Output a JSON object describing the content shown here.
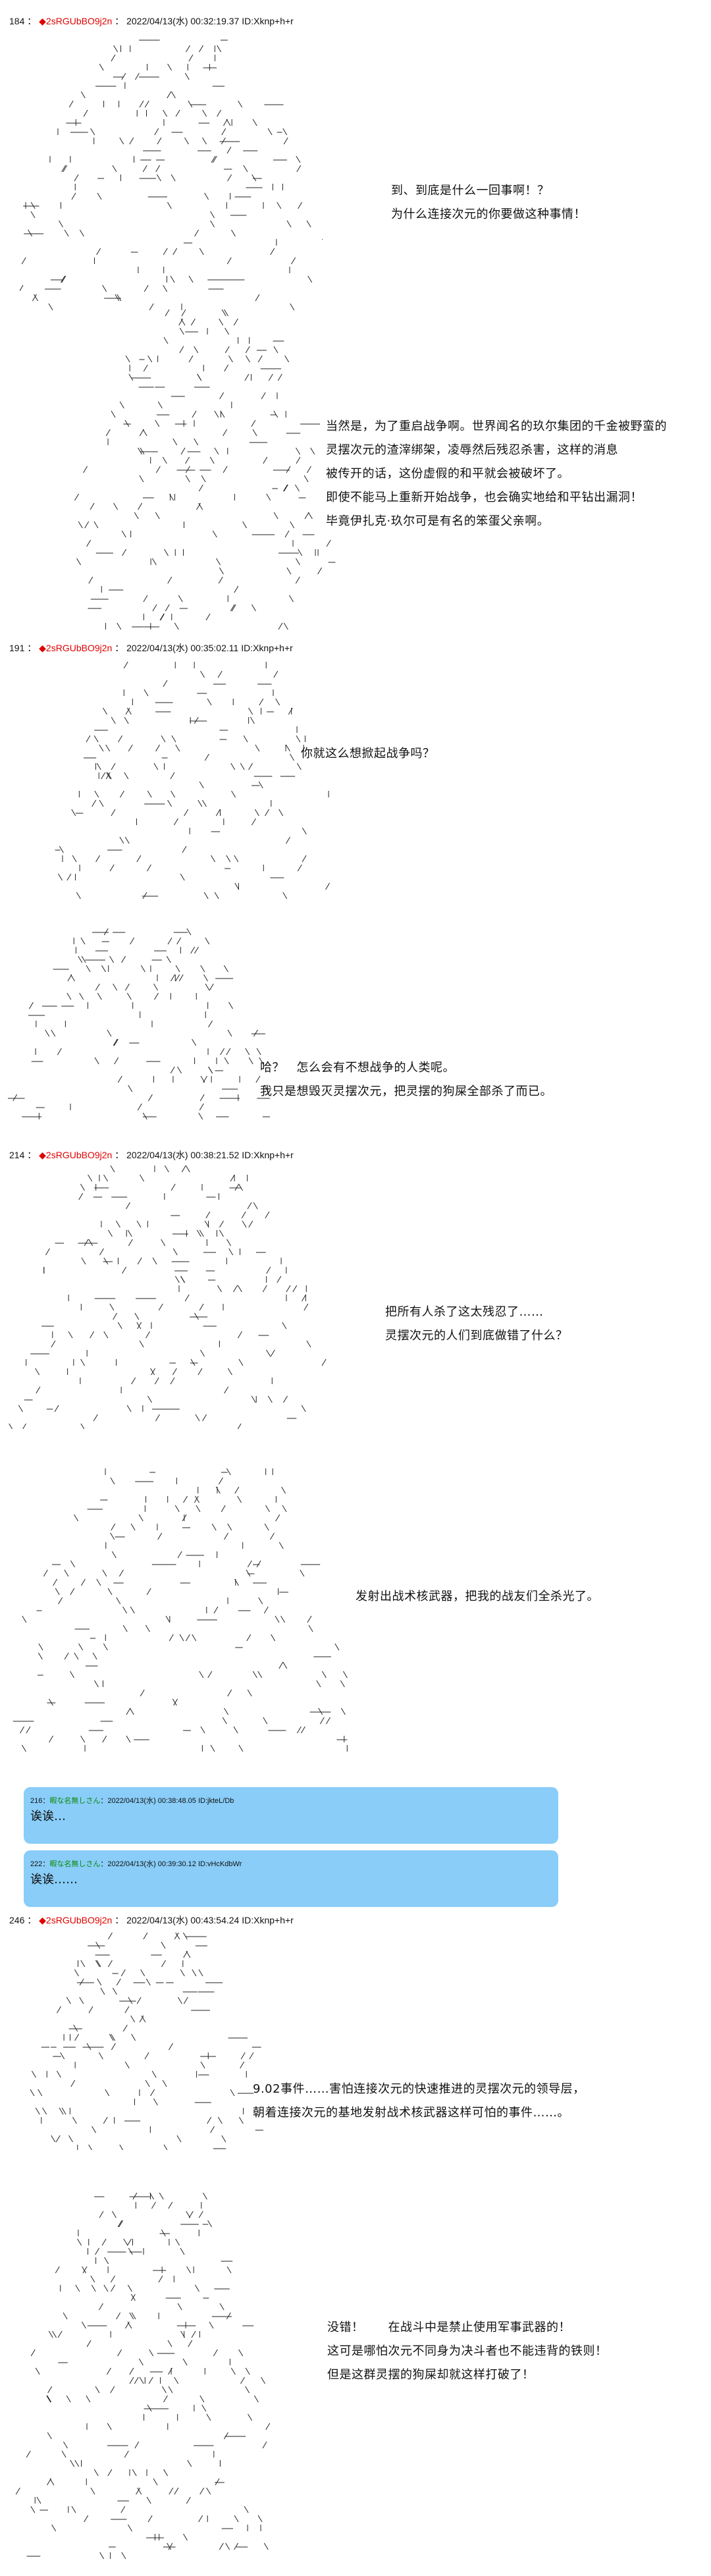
{
  "posts": [
    {
      "number": "184",
      "separator": "：",
      "trip": "2sRGUbBO9j2n",
      "datetime": "2022/04/13(水) 00:32:19.37",
      "id": "ID:Xknp+h+r"
    },
    {
      "number": "191",
      "separator": "：",
      "trip": "2sRGUbBO9j2n",
      "datetime": "2022/04/13(水) 00:35:02.11",
      "id": "ID:Xknp+h+r"
    },
    {
      "number": "214",
      "separator": "：",
      "trip": "2sRGUbBO9j2n",
      "datetime": "2022/04/13(水) 00:38:21.52",
      "id": "ID:Xknp+h+r"
    },
    {
      "number": "246",
      "separator": "：",
      "trip": "2sRGUbBO9j2n",
      "datetime": "2022/04/13(水) 00:43:54.24",
      "id": "ID:Xknp+h+r"
    }
  ],
  "dialogue": {
    "d1": [
      "到、到底是什么一回事啊！？",
      "为什么连接次元的你要做这种事情！"
    ],
    "d2": [
      "当然是，为了重启战争啊。世界闻名的玖尔集团的千金被野蛮的",
      "灵摆次元的渣滓绑架，凌辱然后残忍杀害，这样的消息",
      "被传开的话，这份虚假的和平就会被破坏了。",
      "即使不能马上重新开始战争，也会确实地给和平钻出漏洞！",
      "毕竟伊扎克·玖尔可是有名的笨蛋父亲啊。"
    ],
    "d3": [
      "你就这么想掀起战争吗？"
    ],
    "d4": [
      "哈？　怎么会有不想战争的人类呢。",
      "我只是想毁灭灵摆次元，把灵摆的狗屎全部杀了而已。"
    ],
    "d5": [
      "把所有人杀了这太残忍了……",
      "灵摆次元的人们到底做错了什么？"
    ],
    "d6": [
      "发射出战术核武器，把我的战友们全杀光了。"
    ],
    "d7": [
      "9.02事件……害怕连接次元的快速推进的灵摆次元的领导层，",
      "朝着连接次元的基地发射战术核武器这样可怕的事件……。"
    ],
    "d8": [
      "没错！　　在战斗中是禁止使用军事武器的！",
      "这可是哪怕次元不同身为决斗者也不能违背的铁则！",
      "但是这群灵摆的狗屎却就这样打破了！"
    ]
  },
  "replies": [
    {
      "number": "216",
      "name": "暇な名無しさん",
      "datetime": "2022/04/13(水) 00:38:48.05",
      "id": "ID:jkteL/Db",
      "body": "诶诶…"
    },
    {
      "number": "222",
      "name": "暇な名無しさん",
      "datetime": "2022/04/13(水) 00:39:30.12",
      "id": "ID:vHcKdbWr",
      "body": "诶诶……"
    }
  ],
  "colors": {
    "trip": "#e00000",
    "reply_bg": "#89cdf8",
    "reply_name": "#0a8a0a"
  },
  "icons": {
    "trip_marker": "red-diamond-icon"
  }
}
